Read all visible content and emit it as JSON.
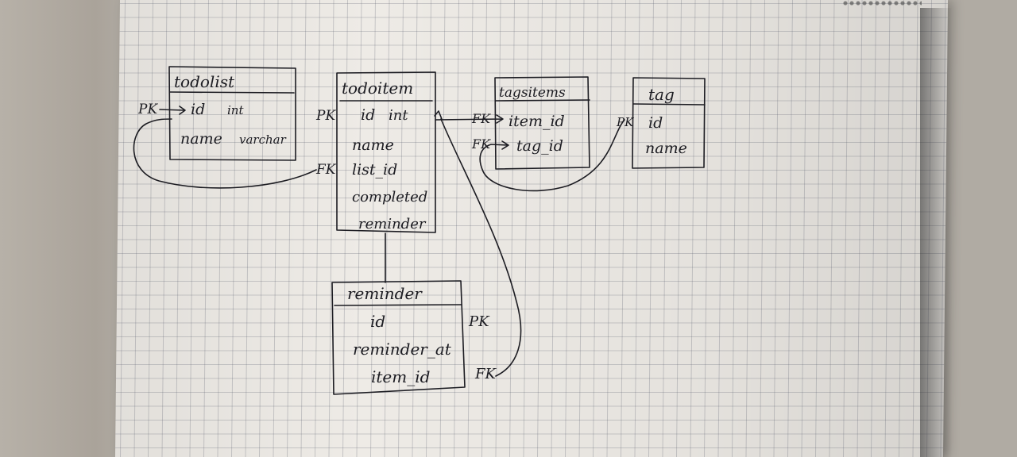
{
  "tables": {
    "todolist": {
      "title": "todolist",
      "row1_name": "id",
      "row1_type": "int",
      "row2_name": "name",
      "row2_type": "varchar",
      "pk_label": "PK"
    },
    "todoitem": {
      "title": "todoitem",
      "row1_name": "id",
      "row1_type": "int",
      "row2": "name",
      "row3": "list_id",
      "row4": "completed",
      "row5": "reminder",
      "pk_label": "PK",
      "fk_label": "FK"
    },
    "tagsitems": {
      "title": "tagsitems",
      "row1": "item_id",
      "row2": "tag_id",
      "fk1_label": "FK",
      "fk2_label": "FK"
    },
    "tag": {
      "title": "tag",
      "row1": "id",
      "row2": "name",
      "pk_label": "PK"
    },
    "reminder": {
      "title": "reminder",
      "row1": "id",
      "row2": "reminder_at",
      "row3": "item_id",
      "pk_label": "PK",
      "fk_label": "FK"
    }
  },
  "colors": {
    "ink": "#1c1c22",
    "paper": "#eeebe6",
    "grid": "#5a5f6e"
  }
}
